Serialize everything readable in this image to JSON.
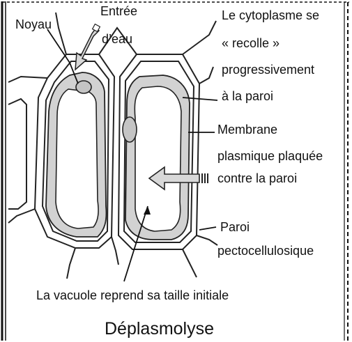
{
  "labels": {
    "noyau": "Noyau",
    "entree_line1": "Entrée",
    "entree_line2": "d’eau",
    "cyto_line1": "Le cytoplasme se",
    "cyto_line2": "« recolle »",
    "cyto_line3": "progressivement",
    "cyto_line4": "à la paroi",
    "membrane_line1": "Membrane",
    "membrane_line2": "plasmique plaquée",
    "membrane_line3": "contre la paroi",
    "paroi_line1": "Paroi",
    "paroi_line2": "pectocellulosique",
    "vacuole": "La vacuole reprend sa taille initiale",
    "title": "Déplasmolyse"
  },
  "colors": {
    "border": "#111111",
    "ink": "#222222",
    "cytoplasm": "#d2d2d2",
    "vacuole": "#ffffff",
    "arrow_fill": "#d8d8d8"
  }
}
